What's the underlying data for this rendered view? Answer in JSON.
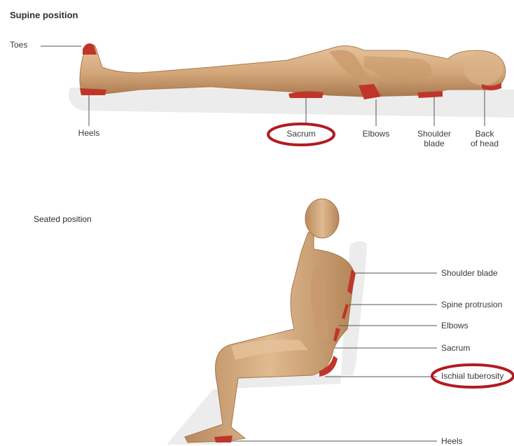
{
  "supine": {
    "title": "Supine position",
    "labels": {
      "toes": "Toes",
      "heels": "Heels",
      "sacrum": "Sacrum",
      "elbows": "Elbows",
      "shoulder_blade_1": "Shoulder",
      "shoulder_blade_2": "blade",
      "back_of_head_1": "Back",
      "back_of_head_2": "of head"
    }
  },
  "seated": {
    "title": "Seated position",
    "labels": {
      "shoulder_blade": "Shoulder blade",
      "spine_protrusion": "Spine protrusion",
      "elbows": "Elbows",
      "sacrum": "Sacrum",
      "ischial_tuberosity": "Ischial tuberosity",
      "heels": "Heels"
    }
  },
  "colors": {
    "skin": "#d4a77a",
    "skin_shadow": "#b2835a",
    "pressure": "#c0352a",
    "highlight_ring": "#b11c22",
    "surface": "#ececec"
  }
}
